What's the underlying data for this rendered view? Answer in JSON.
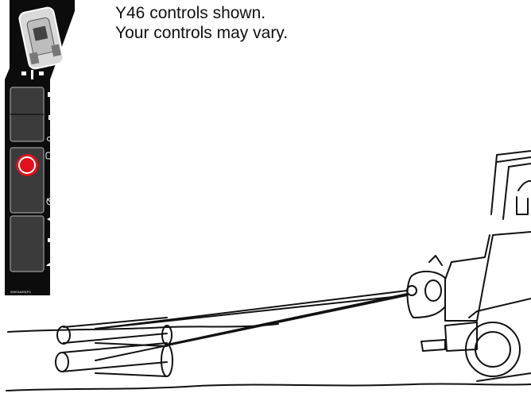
{
  "caption": {
    "line1": "Y46 controls shown.",
    "line2": "Your controls may vary."
  },
  "panel": {
    "part_number": "0087AA251F0"
  },
  "colors": {
    "panel": "#0c0c0c",
    "button": "#3b3b3b",
    "stop_red": "#e3101b",
    "line": "#111111"
  }
}
